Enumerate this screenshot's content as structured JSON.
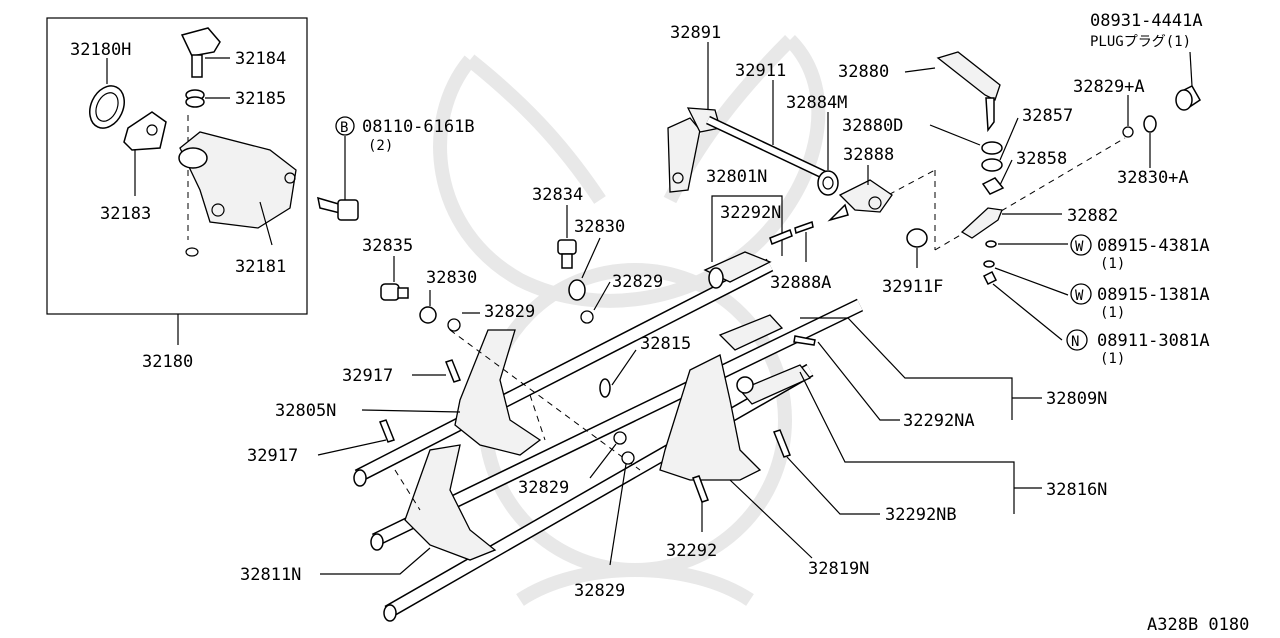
{
  "diagram": {
    "footer_code": "A328B 0180",
    "inset_labels": {
      "l32180H": "32180H",
      "l32184": "32184",
      "l32185": "32185",
      "l32183": "32183",
      "l32181": "32181",
      "l32180": "32180"
    },
    "labels": {
      "l32891": "32891",
      "l32911": "32911",
      "l32884M": "32884M",
      "l32880": "32880",
      "l32880D": "32880D",
      "l32857": "32857",
      "l32858": "32858",
      "l32888": "32888",
      "l32829A": "32829+A",
      "l32830A": "32830+A",
      "l32882": "32882",
      "l32911F": "32911F",
      "l32801N": "32801N",
      "l32292N": "32292N",
      "l32888A": "32888A",
      "l32834": "32834",
      "l32830a": "32830",
      "l32829a": "32829",
      "l32835": "32835",
      "l32830b": "32830",
      "l32829b": "32829",
      "l32815": "32815",
      "l32917a": "32917",
      "l32805N": "32805N",
      "l32917b": "32917",
      "l32829c": "32829",
      "l32811N": "32811N",
      "l32829d": "32829",
      "l32292": "32292",
      "l32819N": "32819N",
      "l32809N": "32809N",
      "l32292NA": "32292NA",
      "l32816N": "32816N",
      "l32292NB": "32292NB"
    },
    "codes": {
      "plug_code": "08931-4441A",
      "plug_text": "PLUGプラグ(1)",
      "bolt_letter": "B",
      "bolt_code": "08110-6161B",
      "bolt_qty": "(2)",
      "w1_letter": "W",
      "w1_code": "08915-4381A",
      "w1_qty": "(1)",
      "w2_letter": "W",
      "w2_code": "08915-1381A",
      "w2_qty": "(1)",
      "n1_letter": "N",
      "n1_code": "08911-3081A",
      "n1_qty": "(1)"
    }
  }
}
